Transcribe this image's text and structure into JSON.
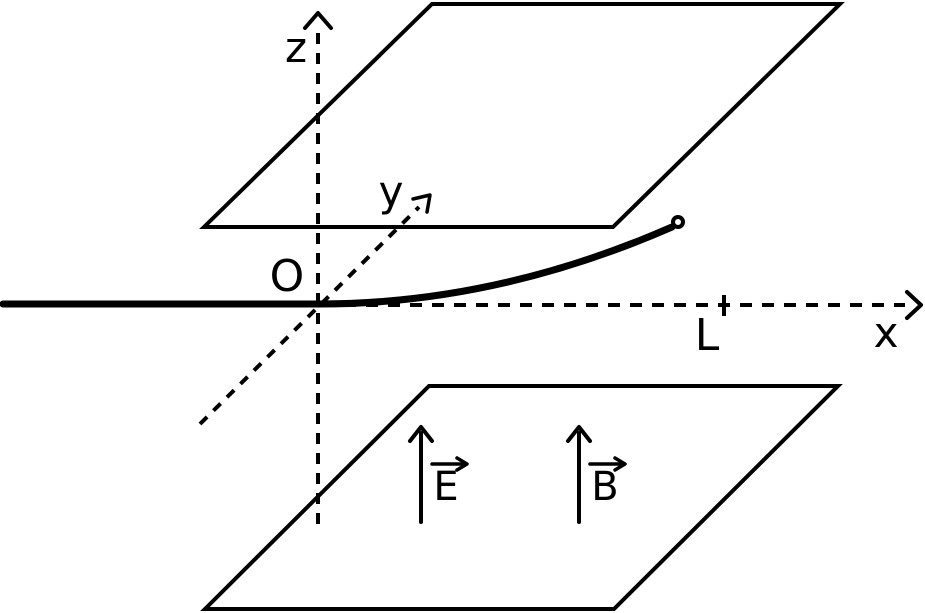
{
  "colors": {
    "ink": "#000000",
    "background": "#ffffff"
  },
  "axes": {
    "x_label": "x",
    "y_label": "y",
    "z_label": "z",
    "origin_label": "O"
  },
  "markers": {
    "length_label": "L"
  },
  "fields": {
    "electric_label": "E",
    "magnetic_label": "B"
  }
}
